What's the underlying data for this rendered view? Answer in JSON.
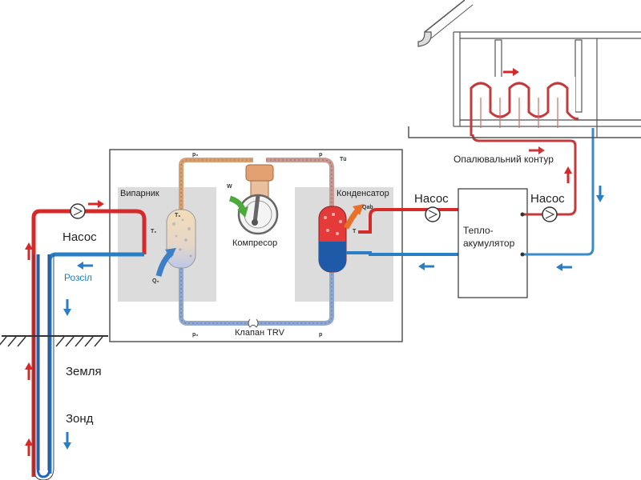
{
  "labels": {
    "vyparnyk": "Випарник",
    "kompresor": "Компресор",
    "kondensator": "Конденсатор",
    "klapan": "Клапан TRV",
    "nasos_left": "Насос",
    "rozsil": "Розсіл",
    "zemlia": "Земля",
    "zond": "Зонд",
    "nasos_mid": "Насос",
    "nasos_right": "Насос",
    "akumulator": "Тепло-\nакумулятор",
    "kontur": "Опалювальний контур"
  },
  "small_labels": {
    "p0_top": "p₀",
    "p_top": "p",
    "tu_top": "Tü",
    "w": "W",
    "te_right": "T₀",
    "t0_inside": "T₀",
    "q0": "Q₀",
    "qab": "Qab",
    "t_cond": "T",
    "p0_bottom": "p₀",
    "p_bottom": "p"
  },
  "colors": {
    "hot": "#d42a2a",
    "cold": "#2a7fc4",
    "copper": "#d8a070",
    "blue_pipe": "#8fa8d0",
    "panel": "#dcdcdc",
    "box_border": "#555555"
  }
}
